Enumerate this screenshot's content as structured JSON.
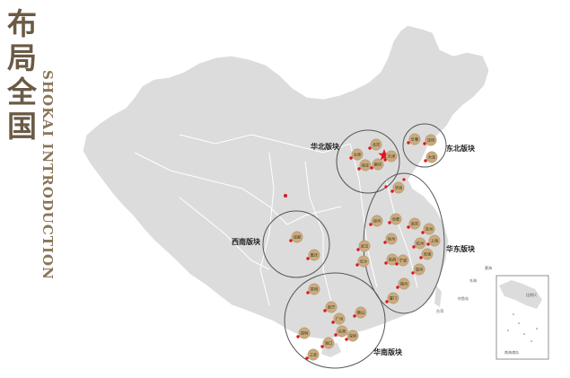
{
  "title": {
    "chinese_chars": [
      "布",
      "局",
      "全",
      "国"
    ],
    "english": "SHOKAI INTRODUCTION"
  },
  "regions": [
    {
      "id": "north-china",
      "label": "华北版块"
    },
    {
      "id": "northeast",
      "label": "东北版块"
    },
    {
      "id": "southwest",
      "label": "西南版块"
    },
    {
      "id": "east-china",
      "label": "华东版块"
    },
    {
      "id": "south-china",
      "label": "华南版块"
    }
  ],
  "cities": [
    {
      "label": "北京"
    },
    {
      "label": "保定"
    },
    {
      "label": "太原"
    },
    {
      "label": "廊坊"
    },
    {
      "label": "天津"
    },
    {
      "label": "长春"
    },
    {
      "label": "沈阳"
    },
    {
      "label": "大连"
    },
    {
      "label": "成都"
    },
    {
      "label": "重庆"
    },
    {
      "label": "济南"
    },
    {
      "label": "郑州"
    },
    {
      "label": "合肥"
    },
    {
      "label": "南京"
    },
    {
      "label": "苏州"
    },
    {
      "label": "上海"
    },
    {
      "label": "杭州"
    },
    {
      "label": "无锡"
    },
    {
      "label": "武汉"
    },
    {
      "label": "南昌"
    },
    {
      "label": "宁波"
    },
    {
      "label": "温州"
    },
    {
      "label": "福州"
    },
    {
      "label": "徐州"
    },
    {
      "label": "厦门"
    },
    {
      "label": "长沙"
    },
    {
      "label": "贵阳"
    },
    {
      "label": "南宁"
    },
    {
      "label": "广州"
    },
    {
      "label": "佛山"
    },
    {
      "label": "东莞"
    },
    {
      "label": "深圳"
    },
    {
      "label": "海口"
    },
    {
      "label": "三亚"
    },
    {
      "label": "昆明"
    }
  ],
  "inset": {
    "labels": [
      "南海诸岛",
      "比例尺"
    ]
  },
  "sea_labels": [
    "黄海",
    "东海",
    "台湾",
    "钓鱼岛"
  ],
  "colors": {
    "land": "#dcdcdc",
    "border": "#ffffff",
    "marker_fill": "#c9ab7e",
    "marker_dot": "#e0141e",
    "circle_stroke": "#555555",
    "title": "#6b5a45"
  }
}
